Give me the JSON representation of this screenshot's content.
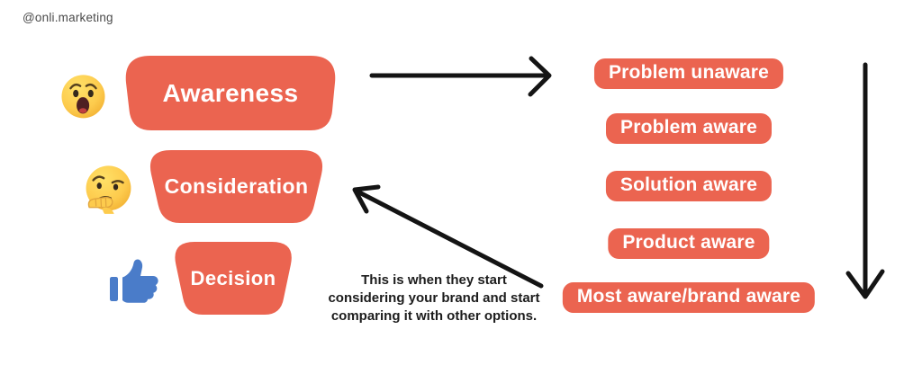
{
  "meta": {
    "handle": "@onli.marketing"
  },
  "colors": {
    "accent": "#EB6450",
    "arrow": "#141414",
    "thumb_blue": "#4A7CC9",
    "emoji_yellow": "#FDCB4D"
  },
  "funnel": {
    "stages": [
      {
        "label": "Awareness",
        "icon": "surprised-face-emoji"
      },
      {
        "label": "Consideration",
        "icon": "thinking-face-emoji"
      },
      {
        "label": "Decision",
        "icon": "thumbs-up-icon"
      }
    ]
  },
  "awareness_levels": [
    "Problem unaware",
    "Problem aware",
    "Solution aware",
    "Product aware",
    "Most aware/brand aware"
  ],
  "annotation": {
    "line1": "This is when they start",
    "line2": "considering your brand and start",
    "line3": "comparing it with other options."
  }
}
